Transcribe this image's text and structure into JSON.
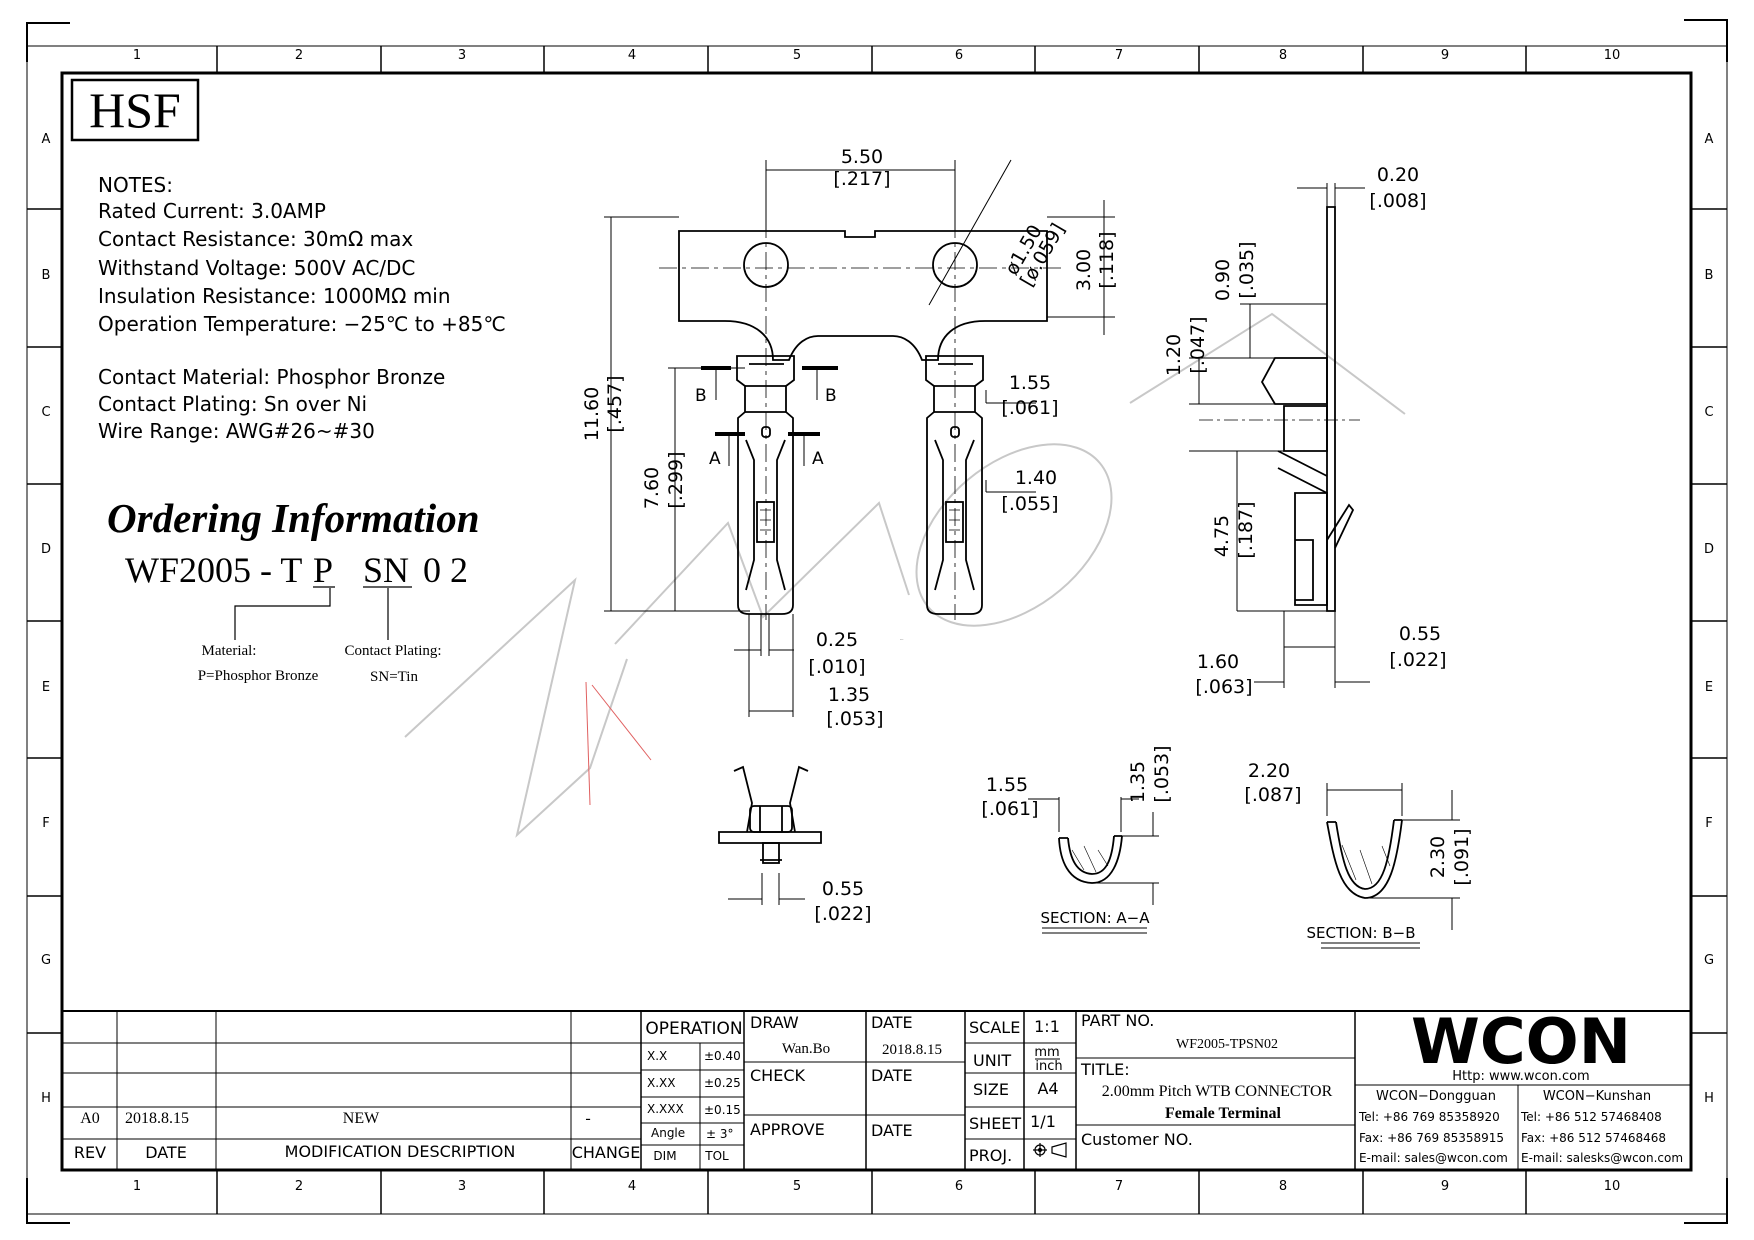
{
  "grid": {
    "columns": [
      "1",
      "2",
      "3",
      "4",
      "5",
      "6",
      "7",
      "8",
      "9",
      "10"
    ],
    "rows": [
      "A",
      "B",
      "C",
      "D",
      "E",
      "F",
      "G",
      "H"
    ]
  },
  "hsf_mark": "HSF",
  "notes": {
    "heading": "NOTES:",
    "lines": [
      "Rated Current: 3.0AMP",
      "Contact Resistance: 30mΩ max",
      "Withstand Voltage: 500V AC/DC",
      "Insulation Resistance: 1000MΩ min",
      "Operation Temperature: −25℃ to +85℃",
      "Contact Material: Phosphor Bronze",
      "Contact Plating: Sn over Ni",
      "Wire Range: AWG#26~#30"
    ]
  },
  "ordering": {
    "heading": "Ordering Information",
    "prefix": "WF2005 - T",
    "material_code": "P",
    "plating_code": "SN",
    "suffix": "0 2",
    "material_label": "Material:",
    "material_value": "P=Phosphor Bronze",
    "plating_label": "Contact Plating:",
    "plating_value": "SN=Tin"
  },
  "dimensions": {
    "d550": "5.50",
    "d550_in": "[.217]",
    "d150": "ø1.50",
    "d150_in": "[ø.059]",
    "d300": "3.00",
    "d300_in": "[.118]",
    "d1160": "11.60",
    "d1160_in": "[.457]",
    "d760": "7.60",
    "d760_in": "[.299]",
    "d155": "1.55",
    "d155_in": "[.061]",
    "d140": "1.40",
    "d140_in": "[.055]",
    "d025": "0.25",
    "d025_in": "[.010]",
    "d135": "1.35",
    "d135_in": "[.053]",
    "d020": "0.20",
    "d020_in": "[.008]",
    "d090": "0.90",
    "d090_in": "[.035]",
    "d120": "1.20",
    "d120_in": "[.047]",
    "d475": "4.75",
    "d475_in": "[.187]",
    "d160": "1.60",
    "d160_in": "[.063]",
    "d055": "0.55",
    "d055_in": "[.022]",
    "d055b": "0.55",
    "d055b_in": "[.022]",
    "sa_w": "1.55",
    "sa_w_in": "[.061]",
    "sa_h": "1.35",
    "sa_h_in": "[.053]",
    "sb_w": "2.20",
    "sb_w_in": "[.087]",
    "sb_h": "2.30",
    "sb_h_in": "[.091]"
  },
  "section_marks": {
    "a": "A",
    "b": "B"
  },
  "sections": {
    "aa": "SECTION: A−A",
    "bb": "SECTION: B−B"
  },
  "watermark": "WCON",
  "revision": {
    "rev": "A0",
    "date": "2018.8.15",
    "description": "NEW",
    "change": "-",
    "hdr_rev": "REV",
    "hdr_date": "DATE",
    "hdr_desc": "MODIFICATION DESCRIPTION",
    "hdr_change": "CHANGE"
  },
  "tolerance": {
    "title": "OPERATION",
    "rows": [
      {
        "dim": "X.X",
        "tol": "±0.40"
      },
      {
        "dim": "X.XX",
        "tol": "±0.25"
      },
      {
        "dim": "X.XXX",
        "tol": "±0.15"
      },
      {
        "dim": "Angle",
        "tol": "± 3°"
      }
    ],
    "hdr_dim": "DIM",
    "hdr_tol": "TOL"
  },
  "approvals": {
    "draw_label": "DRAW",
    "draw_name": "Wan.Bo",
    "date_label": "DATE",
    "draw_date": "2018.8.15",
    "check_label": "CHECK",
    "check_date_label": "DATE",
    "approve_label": "APPROVE",
    "approve_date_label": "DATE"
  },
  "sheet_info": {
    "scale_label": "SCALE",
    "scale": "1:1",
    "unit_label": "UNIT",
    "unit_mm": "mm",
    "unit_inch": "inch",
    "size_label": "SIZE",
    "size": "A4",
    "sheet_label": "SHEET",
    "sheet": "1/1",
    "proj_label": "PROJ."
  },
  "part": {
    "label": "PART NO.",
    "number": "WF2005-TPSN02",
    "title_label": "TITLE:",
    "title_line1": "2.00mm Pitch WTB CONNECTOR",
    "title_line2": "Female Terminal",
    "customer_label": "Customer  NO."
  },
  "company": {
    "logo": "WCON",
    "url": "Http:  www.wcon.com",
    "dongguan": {
      "name": "WCON−Dongguan",
      "tel": "Tel: +86 769 85358920",
      "fax": "Fax: +86 769 85358915",
      "email": "E-mail: sales@wcon.com"
    },
    "kunshan": {
      "name": "WCON−Kunshan",
      "tel": "Tel: +86 512 57468408",
      "fax": "Fax: +86 512 57468468",
      "email": "E-mail: salesks@wcon.com"
    }
  },
  "colors": {
    "line": "#000000",
    "watermark": "#c8c8c8",
    "accent_red": "#e06060"
  }
}
